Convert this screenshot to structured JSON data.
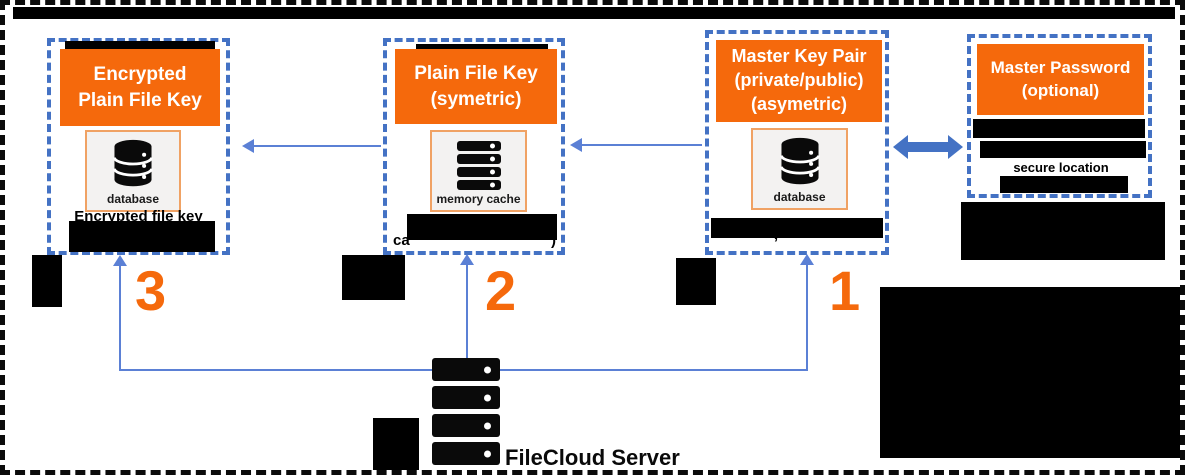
{
  "diagram": {
    "title_bar": "redacted",
    "boxes": [
      {
        "title": "Encrypted\nPlain File Key",
        "icon": "database-icon",
        "icon_label": "database",
        "caption": "Encrypted file key",
        "step_number": "3"
      },
      {
        "title": "Plain File Key\n(symetric)",
        "icon": "memory-cache-icon",
        "icon_label": "memory cache",
        "caption_fragment_left": "ca",
        "caption_fragment_right": ")",
        "step_number": "2"
      },
      {
        "title": "Master Key Pair\n(private/public)\n(asymetric)",
        "icon": "database-icon",
        "icon_label": "database",
        "caption_fragment": ",",
        "step_number": "1"
      },
      {
        "title": "Master Password\n(optional)",
        "note_visible_text": "secure location"
      }
    ],
    "server_label": "FileCloud Server",
    "colors": {
      "accent_orange": "#F5690C",
      "icon_box_border": "#F0A264",
      "dashed_box_blue": "#4472C4",
      "connector_blue": "#5B80D5",
      "redaction_black": "#000000"
    }
  }
}
